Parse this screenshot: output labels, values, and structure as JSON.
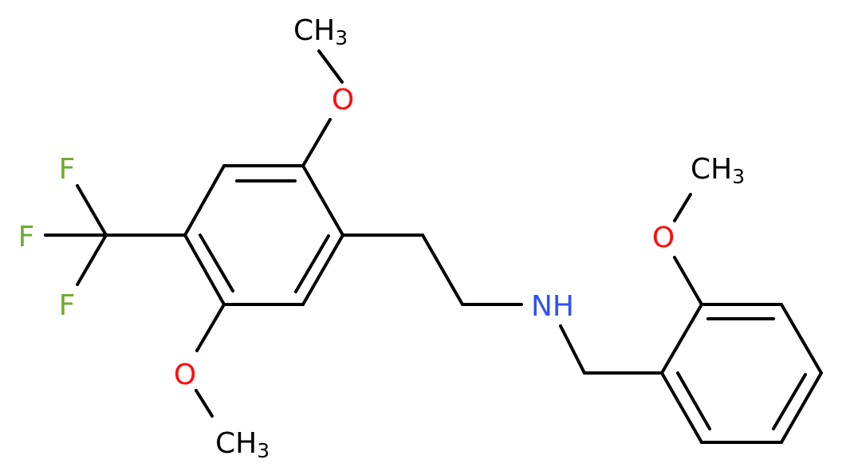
{
  "molecule": {
    "colors": {
      "bond": "#000000",
      "oxygen": "#ff0d0d",
      "nitrogen": "#3050f8",
      "fluorine": "#6faa2f",
      "carbon_label": "#000000"
    },
    "labels": {
      "o_top": "O",
      "ch3_top_main": "CH",
      "ch3_top_sub": "3",
      "o_bottom": "O",
      "ch3_bottom_main": "CH",
      "ch3_bottom_sub": "3",
      "o_right": "O",
      "ch3_right_main": "CH",
      "ch3_right_sub": "3",
      "nh": "NH",
      "f_top": "F",
      "f_middle": "F",
      "f_bottom": "F"
    }
  }
}
